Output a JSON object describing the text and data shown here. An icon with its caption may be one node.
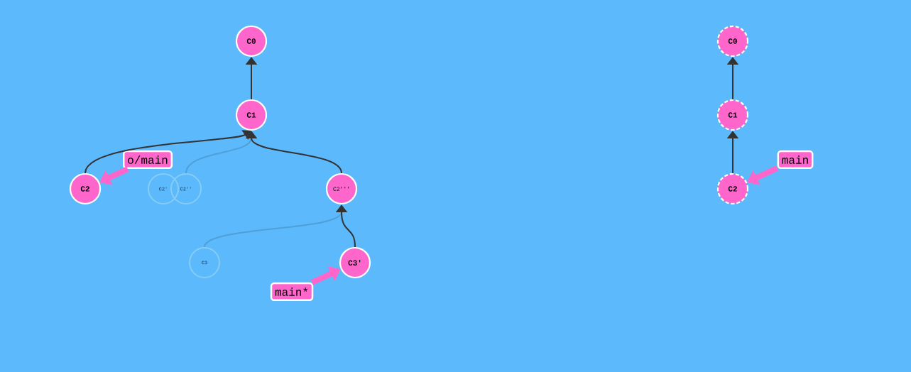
{
  "diagram": {
    "nodes": [
      {
        "text": [
          "C0"
        ]
      },
      {
        "text": [
          "C1"
        ]
      },
      {
        "text": [
          "C2"
        ]
      },
      {
        "text": [
          "C2'"
        ]
      },
      {
        "text": [
          "C2''"
        ]
      },
      {
        "text": [
          "C2'''"
        ]
      },
      {
        "text": [
          "C3"
        ]
      },
      {
        "text": [
          "C3'"
        ]
      },
      {
        "text": [
          "o/main"
        ]
      },
      {
        "text": [
          "main*"
        ]
      },
      {
        "text": [
          "C0"
        ]
      },
      {
        "text": [
          "C1"
        ]
      },
      {
        "text": [
          "C2"
        ]
      },
      {
        "text": [
          "main"
        ]
      }
    ],
    "edges": [
      {
        "from": 1,
        "to": 0,
        "arrow": "to"
      },
      {
        "from": 2,
        "to": 1,
        "arrow": "to"
      },
      {
        "from": 4,
        "to": 1,
        "arrow": "to",
        "color": "#4f9fd8"
      },
      {
        "from": 5,
        "to": 1,
        "arrow": "to"
      },
      {
        "from": 6,
        "to": 5,
        "arrow": "to",
        "color": "#4f9fd8"
      },
      {
        "from": 7,
        "to": 5,
        "arrow": "to"
      },
      {
        "from": 8,
        "to": 2,
        "arrow": "to",
        "style": "thick",
        "color": "#ff66cc"
      },
      {
        "from": 9,
        "to": 7,
        "arrow": "to",
        "style": "thick",
        "color": "#ff66cc"
      },
      {
        "from": 11,
        "to": 10,
        "arrow": "to"
      },
      {
        "from": 12,
        "to": 11,
        "arrow": "to"
      },
      {
        "from": 13,
        "to": 12,
        "arrow": "to",
        "style": "thick",
        "color": "#ff66cc"
      }
    ]
  }
}
